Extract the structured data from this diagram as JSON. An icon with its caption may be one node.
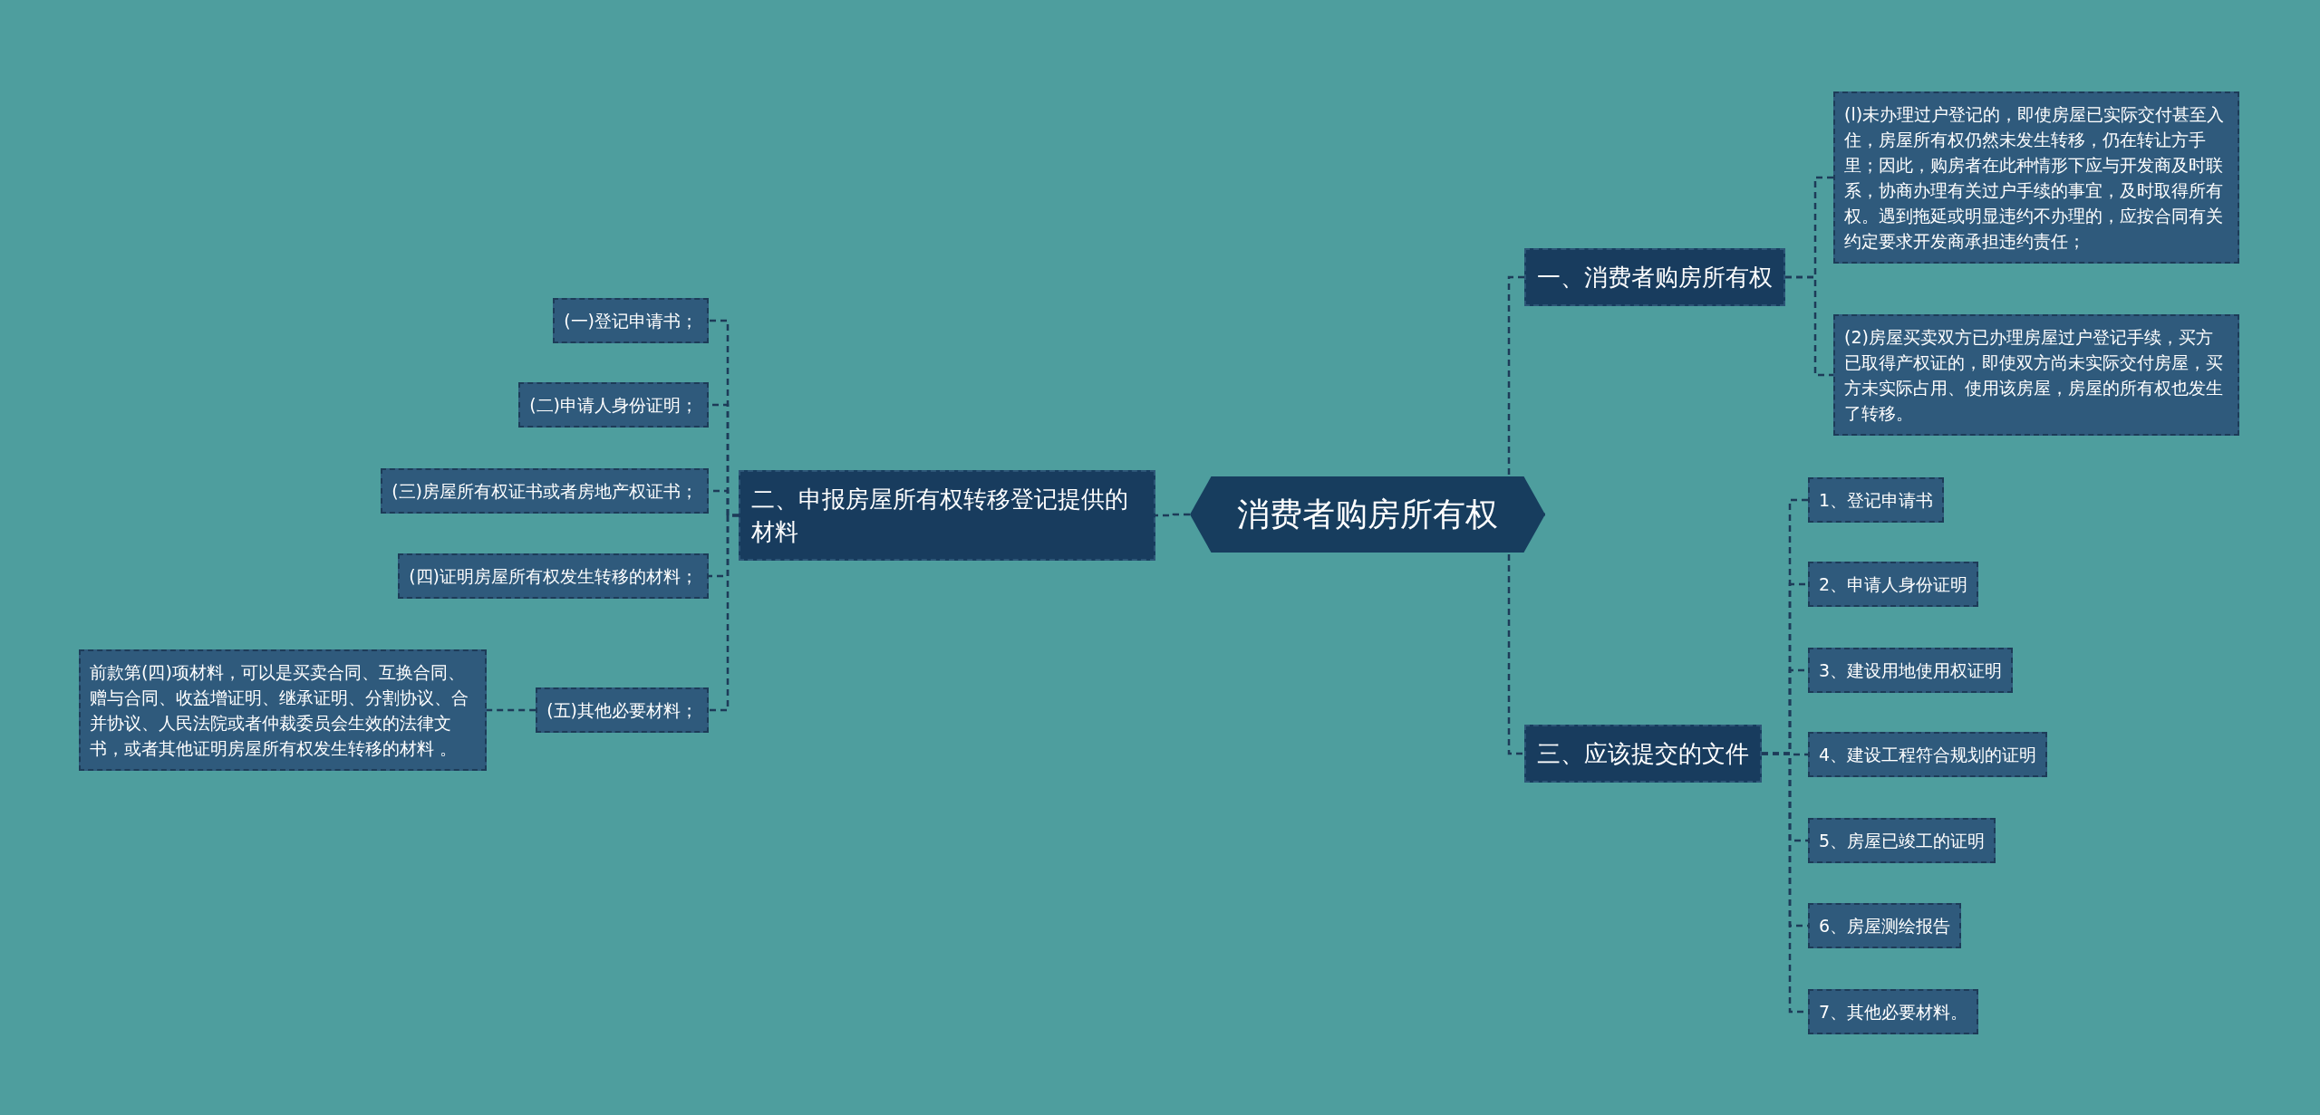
{
  "diagram": {
    "nodes": [
      {
        "text": [
          "消费者购房所有权"
        ]
      },
      {
        "text": [
          "一、消费者购房所有权"
        ]
      },
      {
        "text": [
          "(l)未办理过户登记的，即使房屋已实际交付甚至入住，房屋所有权仍然未发生转移，仍在转让方手里；因此，购房者在此种情形下应与开发商及时联系，协商办理有关过户手续的事宜，及时取得所有权。遇到拖延或明显违约不办理的，应按合同有关约定要求开发商承担违约责任；"
        ]
      },
      {
        "text": [
          "(2)房屋买卖双方已办理房屋过户登记手续，买方已取得产权证的，即使双方尚未实际交付房屋，买方未实际占用、使用该房屋，房屋的所有权也发生了转移。"
        ]
      },
      {
        "text": [
          "二、申报房屋所有权转移登记提供的材料"
        ]
      },
      {
        "text": [
          "(一)登记申请书；"
        ]
      },
      {
        "text": [
          "(二)申请人身份证明；"
        ]
      },
      {
        "text": [
          "(三)房屋所有权证书或者房地产权证书；"
        ]
      },
      {
        "text": [
          "(四)证明房屋所有权发生转移的材料；"
        ]
      },
      {
        "text": [
          "(五)其他必要材料；"
        ]
      },
      {
        "text": [
          "前款第(四)项材料，可以是买卖合同、互换合同、赠与合同、收益增证明、继承证明、分割协议、合并协议、人民法院或者仲裁委员会生效的法律文书，或者其他证明房屋所有权发生转移的材料 。"
        ]
      },
      {
        "text": [
          "三、应该提交的文件"
        ]
      },
      {
        "text": [
          "1、登记申请书"
        ]
      },
      {
        "text": [
          "2、申请人身份证明"
        ]
      },
      {
        "text": [
          "3、建设用地使用权证明"
        ]
      },
      {
        "text": [
          "4、建设工程符合规划的证明"
        ]
      },
      {
        "text": [
          "5、房屋已竣工的证明"
        ]
      },
      {
        "text": [
          "6、房屋测绘报告"
        ]
      },
      {
        "text": [
          "7、其他必要材料。"
        ]
      }
    ],
    "edges": [
      {
        "from": 0,
        "to": 1,
        "arrow": "none"
      },
      {
        "from": 1,
        "to": 2,
        "arrow": "none"
      },
      {
        "from": 1,
        "to": 3,
        "arrow": "none"
      },
      {
        "from": 0,
        "to": 4,
        "arrow": "none"
      },
      {
        "from": 4,
        "to": 5,
        "arrow": "none"
      },
      {
        "from": 4,
        "to": 6,
        "arrow": "none"
      },
      {
        "from": 4,
        "to": 7,
        "arrow": "none"
      },
      {
        "from": 4,
        "to": 8,
        "arrow": "none"
      },
      {
        "from": 4,
        "to": 9,
        "arrow": "none"
      },
      {
        "from": 9,
        "to": 10,
        "arrow": "none"
      },
      {
        "from": 0,
        "to": 11,
        "arrow": "none"
      },
      {
        "from": 11,
        "to": 12,
        "arrow": "none"
      },
      {
        "from": 11,
        "to": 13,
        "arrow": "none"
      },
      {
        "from": 11,
        "to": 14,
        "arrow": "none"
      },
      {
        "from": 11,
        "to": 15,
        "arrow": "none"
      },
      {
        "from": 11,
        "to": 16,
        "arrow": "none"
      },
      {
        "from": 11,
        "to": 17,
        "arrow": "none"
      },
      {
        "from": 11,
        "to": 18,
        "arrow": "none"
      }
    ]
  }
}
